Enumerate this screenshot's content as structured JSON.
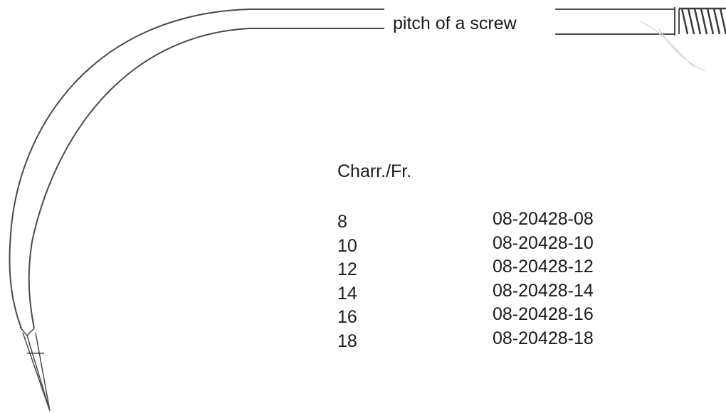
{
  "diagram": {
    "callout_label": "pitch of a screw",
    "size_header": "Charr./Fr.",
    "rows": [
      {
        "size": "8",
        "code": "08-20428-08"
      },
      {
        "size": "10",
        "code": "08-20428-10"
      },
      {
        "size": "12",
        "code": "08-20428-12"
      },
      {
        "size": "14",
        "code": "08-20428-14"
      },
      {
        "size": "16",
        "code": "08-20428-16"
      },
      {
        "size": "18",
        "code": "08-20428-18"
      }
    ]
  },
  "colors": {
    "line": "#4a4a4a",
    "text": "#1a1a1a",
    "background": "#ffffff"
  }
}
